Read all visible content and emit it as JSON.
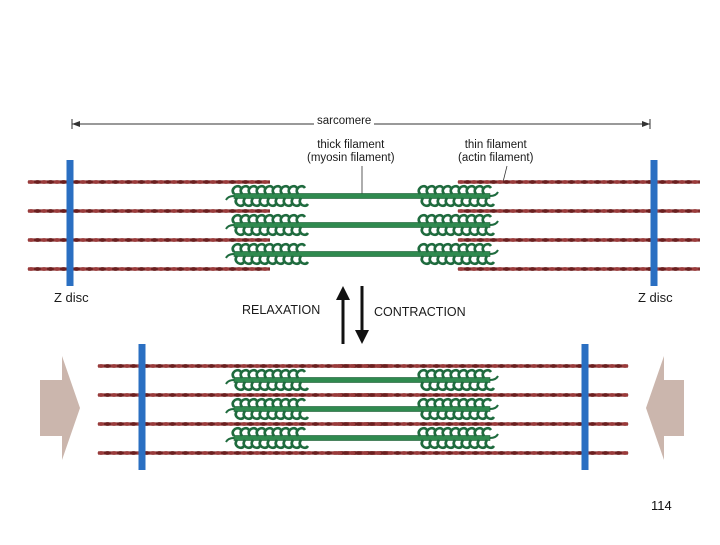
{
  "labels": {
    "sarcomere": "sarcomere",
    "thick_filament": "thick filament",
    "thick_filament_sub": "(myosin filament)",
    "thin_filament": "thin filament",
    "thin_filament_sub": "(actin filament)",
    "z_disc_left": "Z disc",
    "z_disc_right": "Z disc",
    "relaxation": "RELAXATION",
    "contraction": "CONTRACTION"
  },
  "page_number": "114",
  "colors": {
    "actin": "#7d2a2a",
    "myosin": "#1f6b3e",
    "z_disc": "#2a6fc2",
    "arrow": "#cbb6ad",
    "text": "#1a1a1a"
  }
}
